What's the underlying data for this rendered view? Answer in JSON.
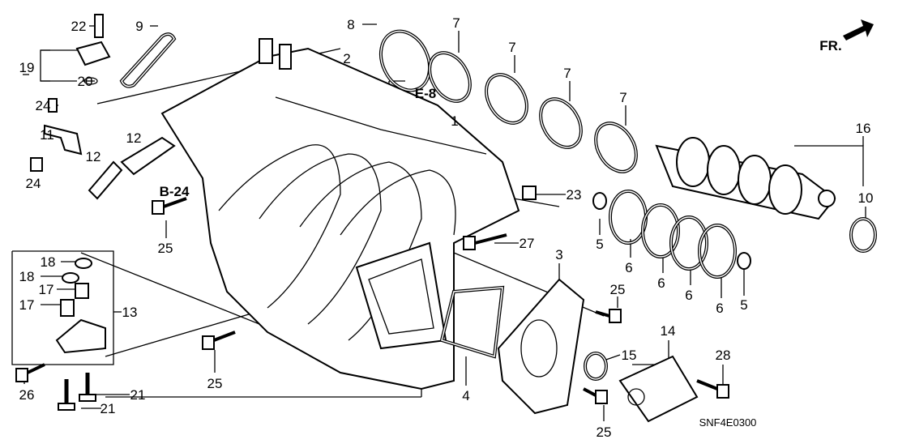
{
  "diagram": {
    "title_code": "SNF4E0300",
    "direction_label": "FR.",
    "references": [
      "E-8",
      "B-24"
    ],
    "part_labels": [
      "22",
      "9",
      "8",
      "7",
      "7",
      "7",
      "7",
      "19",
      "20",
      "2",
      "1",
      "24",
      "11",
      "12",
      "12",
      "24",
      "16",
      "10",
      "23",
      "5",
      "5",
      "6",
      "6",
      "6",
      "6",
      "27",
      "3",
      "25",
      "25",
      "25",
      "25",
      "18",
      "18",
      "17",
      "17",
      "13",
      "14",
      "15",
      "28",
      "4",
      "26",
      "21",
      "21"
    ]
  }
}
